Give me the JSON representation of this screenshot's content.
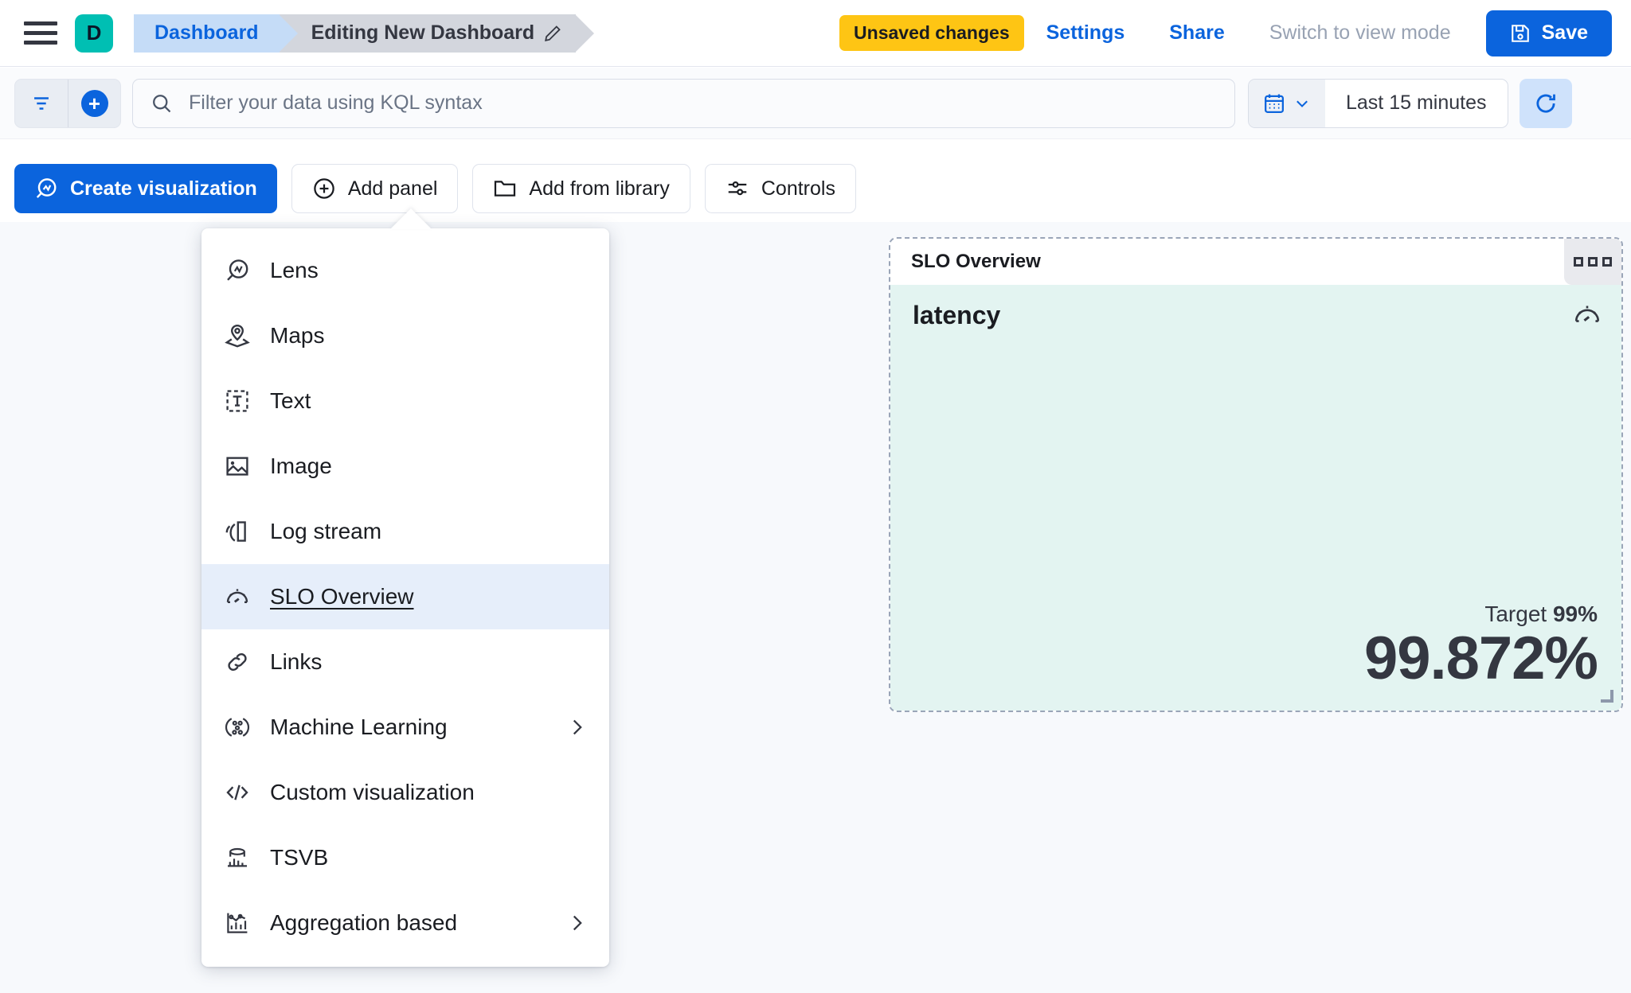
{
  "header": {
    "menu_icon": "hamburger-icon",
    "avatar_letter": "D",
    "breadcrumb_root": "Dashboard",
    "breadcrumb_current": "Editing New Dashboard",
    "edit_icon": "pencil-icon",
    "unsaved_badge": "Unsaved changes",
    "settings_link": "Settings",
    "share_link": "Share",
    "view_mode_link": "Switch to view mode",
    "save_label": "Save",
    "save_icon": "save-disk-icon",
    "accent_blue": "#0b64dd",
    "badge_yellow": "#fec514",
    "avatar_teal": "#00bfb3"
  },
  "query_bar": {
    "filter_icon": "filter-icon",
    "add_filter_icon": "plus-circle-icon",
    "search_icon": "search-icon",
    "search_value": "",
    "search_placeholder": "Filter your data using KQL syntax",
    "calendar_icon": "calendar-icon",
    "calendar_chevron": "chevron-down-icon",
    "time_range": "Last 15 minutes",
    "refresh_icon": "refresh-icon"
  },
  "toolbar": {
    "create_visualization": "Create visualization",
    "create_visualization_icon": "lens-icon",
    "add_panel": "Add panel",
    "add_panel_icon": "plus-circle-outline-icon",
    "add_from_library": "Add from library",
    "add_from_library_icon": "folder-icon",
    "controls": "Controls",
    "controls_icon": "sliders-icon"
  },
  "add_panel_menu": {
    "items": [
      {
        "label": "Lens",
        "icon": "lens-icon",
        "has_submenu": false,
        "selected": false
      },
      {
        "label": "Maps",
        "icon": "map-marker-layers-icon",
        "has_submenu": false,
        "selected": false
      },
      {
        "label": "Text",
        "icon": "text-box-icon",
        "has_submenu": false,
        "selected": false
      },
      {
        "label": "Image",
        "icon": "image-icon",
        "has_submenu": false,
        "selected": false
      },
      {
        "label": "Log stream",
        "icon": "log-stream-icon",
        "has_submenu": false,
        "selected": false
      },
      {
        "label": "SLO Overview",
        "icon": "gauge-icon",
        "has_submenu": false,
        "selected": true
      },
      {
        "label": "Links",
        "icon": "link-icon",
        "has_submenu": false,
        "selected": false
      },
      {
        "label": "Machine Learning",
        "icon": "machine-learning-icon",
        "has_submenu": true,
        "selected": false
      },
      {
        "label": "Custom visualization",
        "icon": "code-icon",
        "has_submenu": false,
        "selected": false
      },
      {
        "label": "TSVB",
        "icon": "tsvb-chart-icon",
        "has_submenu": false,
        "selected": false
      },
      {
        "label": "Aggregation based",
        "icon": "aggregation-chart-icon",
        "has_submenu": true,
        "selected": false
      }
    ],
    "submenu_chevron_icon": "chevron-right-icon"
  },
  "slo_panel": {
    "title": "SLO Overview",
    "context_menu_icon": "three-squares-icon",
    "slo_name": "latency",
    "type_icon": "gauge-icon",
    "target_label": "Target",
    "target_value": "99%",
    "current_value": "99.872%",
    "body_background": "#e3f4f1",
    "resize_handle_icon": "resize-corner-icon"
  }
}
